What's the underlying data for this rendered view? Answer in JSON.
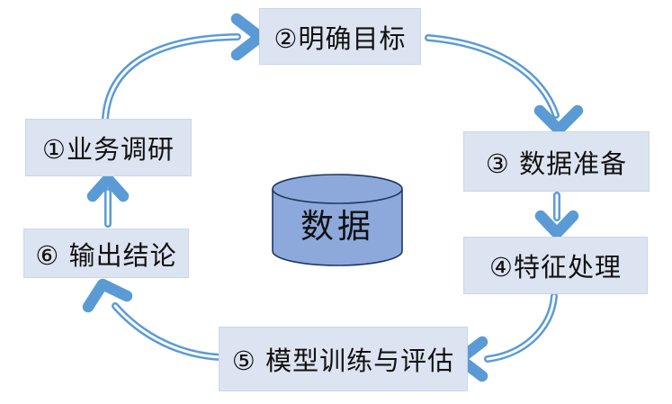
{
  "diagram": {
    "type": "cycle-flow",
    "background": "#ffffff",
    "colors": {
      "arrow": "#5b9bd5",
      "box_fill": "#dce4f1",
      "box_border": "#ccd5e8",
      "text": "#111111",
      "cylinder_fill": "#8da9dc",
      "cylinder_stroke": "#1f3864"
    },
    "center": {
      "label": "数据"
    },
    "steps": [
      {
        "label": "①业务调研"
      },
      {
        "label": "②明确目标"
      },
      {
        "label": "③ 数据准备"
      },
      {
        "label": "④特征处理"
      },
      {
        "label": "⑤ 模型训练与评估"
      },
      {
        "label": "⑥ 输出结论"
      }
    ],
    "flow": [
      "step1→step2",
      "step2→step3",
      "step3→step4",
      "step4→step5",
      "step5→step6",
      "step6→step1"
    ]
  }
}
